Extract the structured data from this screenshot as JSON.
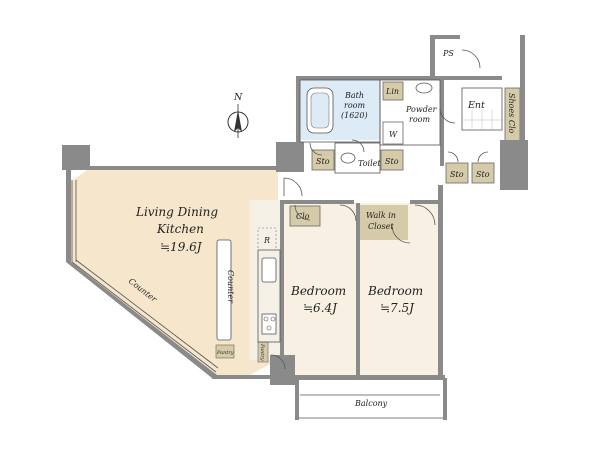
{
  "compass": {
    "letter": "N"
  },
  "rooms": {
    "ldk": {
      "line1": "Living Dining",
      "line2": "Kitchen",
      "area": "≒19.6J"
    },
    "bedroom1": {
      "name": "Bedroom",
      "area": "≒6.4J"
    },
    "bedroom2": {
      "name": "Bedroom",
      "area": "≒7.5J"
    },
    "walkin": {
      "line1": "Walk in",
      "line2": "Closet"
    },
    "bath": {
      "line1": "Bath",
      "line2": "room",
      "line3": "(1620)"
    },
    "powder": {
      "line1": "Powder",
      "line2": "room"
    },
    "toilet": "Toilet",
    "entrance": "Ent",
    "shoes": "Shoes Clo",
    "ps": "PS",
    "balcony": "Balcony",
    "linen": "Lin",
    "washer": "W",
    "closet": "Clo",
    "fridge": "R",
    "counter_outer": "Counter",
    "counter_inner": "Counter",
    "pantry1": "Pantry",
    "pantry2": "Pantry",
    "sto": [
      "Sto",
      "Sto",
      "Sto",
      "Sto"
    ]
  },
  "colors": {
    "wall": "#8a8a8a",
    "ldk_floor": "#f6e6cc",
    "bedroom_floor": "#f8f1e3",
    "storage": "#d6cba8",
    "wet_area": "#dcebf6",
    "balcony": "#ffffff"
  }
}
